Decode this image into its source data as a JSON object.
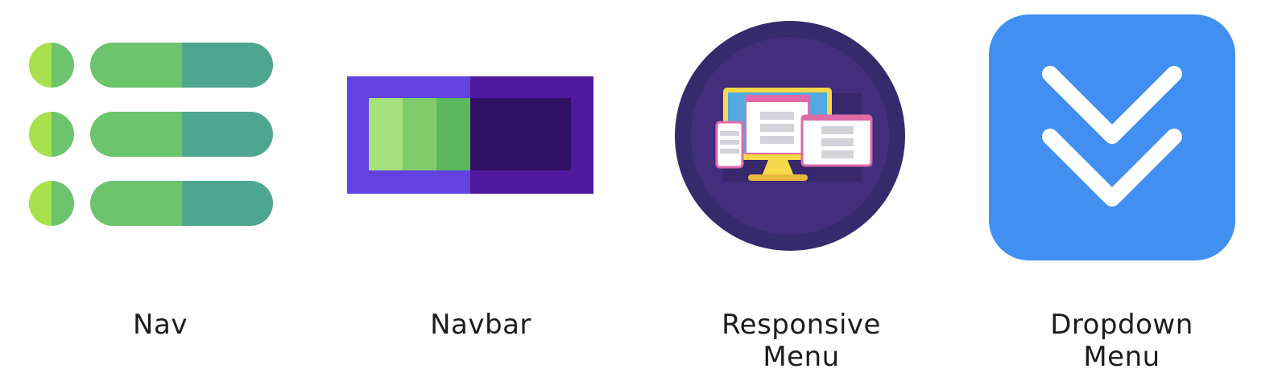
{
  "items": [
    {
      "label": "Nav",
      "icon": "hamburger-list-icon"
    },
    {
      "label": "Navbar",
      "icon": "navbar-block-icon"
    },
    {
      "label": "Responsive\nMenu",
      "label_lines": [
        "Responsive",
        "Menu"
      ],
      "icon": "responsive-devices-icon"
    },
    {
      "label": "Dropdown\nMenu",
      "label_lines": [
        "Dropdown",
        "Menu"
      ],
      "icon": "double-chevron-down-icon"
    }
  ],
  "colors": {
    "nav_light_green": "#a8e04e",
    "nav_green": "#6cc46c",
    "nav_teal": "#4ea68e",
    "navbar_frame_left": "#6242e0",
    "navbar_frame_right": "#4f1aa0",
    "navbar_inner_dark": "#321064",
    "navbar_green_1": "#a6e07c",
    "navbar_green_2": "#80cc6c",
    "navbar_green_3": "#5cb85c",
    "responsive_outer": "#352a6c",
    "responsive_inner": "#432e7c",
    "responsive_monitor_frame": "#f6d84a",
    "responsive_screen": "#55a8e0",
    "responsive_window_border": "#e06aa8",
    "responsive_gray_bar": "#d2d2d8",
    "dropdown_bg": "#418ff0",
    "dropdown_chevron": "#ffffff"
  }
}
